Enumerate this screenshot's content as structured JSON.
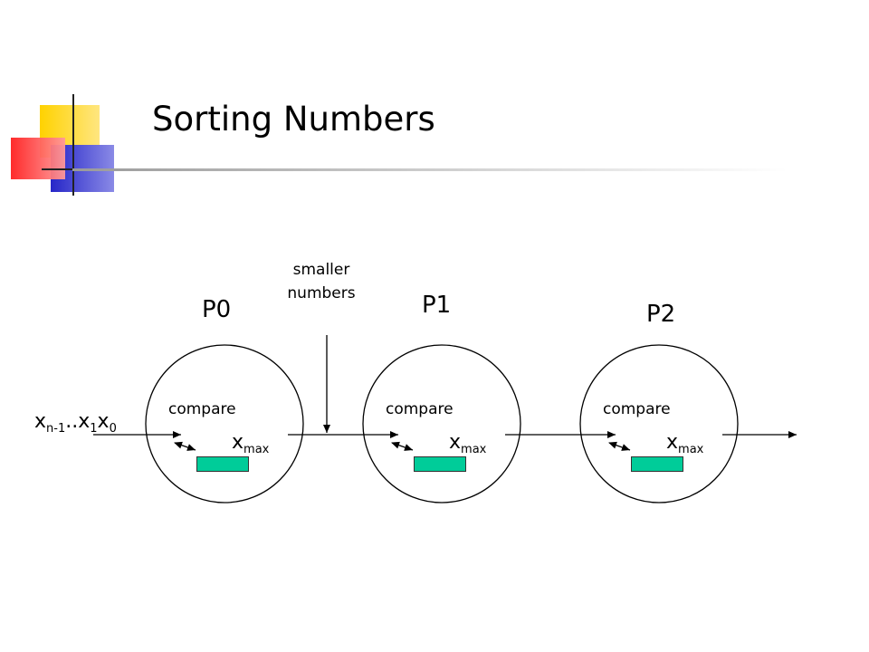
{
  "title": "Sorting Numbers",
  "side_note": {
    "line1": "smaller",
    "line2": "numbers"
  },
  "input_sequence": {
    "base1": "x",
    "sub1": "n-1",
    "dots": "..",
    "base2": "x",
    "sub2": "1",
    "base3": "x",
    "sub3": "0"
  },
  "processors": [
    {
      "label": "P0",
      "op": "compare",
      "reg_base": "x",
      "reg_sub": "max"
    },
    {
      "label": "P1",
      "op": "compare",
      "reg_base": "x",
      "reg_sub": "max"
    },
    {
      "label": "P2",
      "op": "compare",
      "reg_base": "x",
      "reg_sub": "max"
    }
  ],
  "colors": {
    "register_fill": "#00cc99",
    "deco_yellow": "#ffd700",
    "deco_red": "#ff3333",
    "deco_blue": "#2a2ad0",
    "line": "#000000"
  }
}
